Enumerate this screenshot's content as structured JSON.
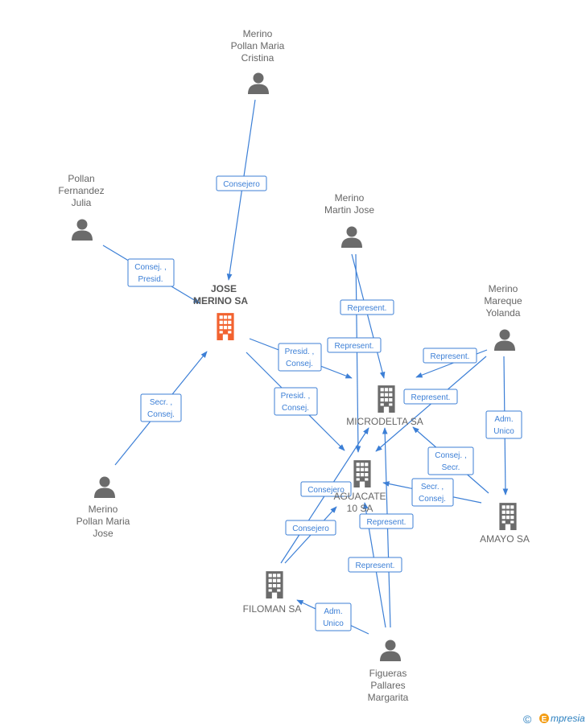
{
  "nodes": {
    "cristina": {
      "lines": [
        "Merino",
        "Pollan Maria",
        "Cristina"
      ],
      "kind": "person"
    },
    "julia": {
      "lines": [
        "Pollan",
        "Fernandez",
        "Julia"
      ],
      "kind": "person"
    },
    "jose_merino_sa": {
      "lines": [
        "JOSE",
        "MERINO SA"
      ],
      "kind": "company",
      "focus": true
    },
    "martin_jose": {
      "lines": [
        "Merino",
        "Martin Jose"
      ],
      "kind": "person"
    },
    "yolanda": {
      "lines": [
        "Merino",
        "Mareque",
        "Yolanda"
      ],
      "kind": "person"
    },
    "microdelta": {
      "lines": [
        "MICRODELTA SA"
      ],
      "kind": "company"
    },
    "aguacate": {
      "lines": [
        "AGUACATE",
        "10 SA"
      ],
      "kind": "company"
    },
    "amayo": {
      "lines": [
        "AMAYO SA"
      ],
      "kind": "company"
    },
    "maria_jose": {
      "lines": [
        "Merino",
        "Pollan Maria",
        "Jose"
      ],
      "kind": "person"
    },
    "filoman": {
      "lines": [
        "FILOMAN SA"
      ],
      "kind": "company"
    },
    "margarita": {
      "lines": [
        "Figueras",
        "Pallares",
        "Margarita"
      ],
      "kind": "person"
    }
  },
  "edges": [
    {
      "id": "e1",
      "lines": [
        "Consejero"
      ]
    },
    {
      "id": "e2",
      "lines": [
        "Consej. ,",
        "Presid."
      ]
    },
    {
      "id": "e3",
      "lines": [
        "Secr. ,",
        "Consej."
      ]
    },
    {
      "id": "e4",
      "lines": [
        "Presid. ,",
        "Consej."
      ]
    },
    {
      "id": "e5",
      "lines": [
        "Presid. ,",
        "Consej."
      ]
    },
    {
      "id": "e6",
      "lines": [
        "Represent."
      ]
    },
    {
      "id": "e7",
      "lines": [
        "Represent."
      ]
    },
    {
      "id": "e8",
      "lines": [
        "Represent."
      ]
    },
    {
      "id": "e9",
      "lines": [
        "Represent."
      ]
    },
    {
      "id": "e10",
      "lines": [
        "Adm.",
        "Unico"
      ]
    },
    {
      "id": "e11",
      "lines": [
        "Consej. ,",
        "Secr."
      ]
    },
    {
      "id": "e12",
      "lines": [
        "Secr. ,",
        "Consej."
      ]
    },
    {
      "id": "e13",
      "lines": [
        "Consejero"
      ]
    },
    {
      "id": "e14",
      "lines": [
        "Consejero"
      ]
    },
    {
      "id": "e15",
      "lines": [
        "Represent."
      ]
    },
    {
      "id": "e16",
      "lines": [
        "Represent."
      ]
    },
    {
      "id": "e17",
      "lines": [
        "Adm.",
        "Unico"
      ]
    }
  ],
  "footer": {
    "copyright": "©",
    "brand_initial": "E",
    "brand_rest": "mpresia"
  },
  "colors": {
    "edge": "#3c7fd6",
    "node": "#6b6b6b",
    "focus": "#f2622f"
  }
}
